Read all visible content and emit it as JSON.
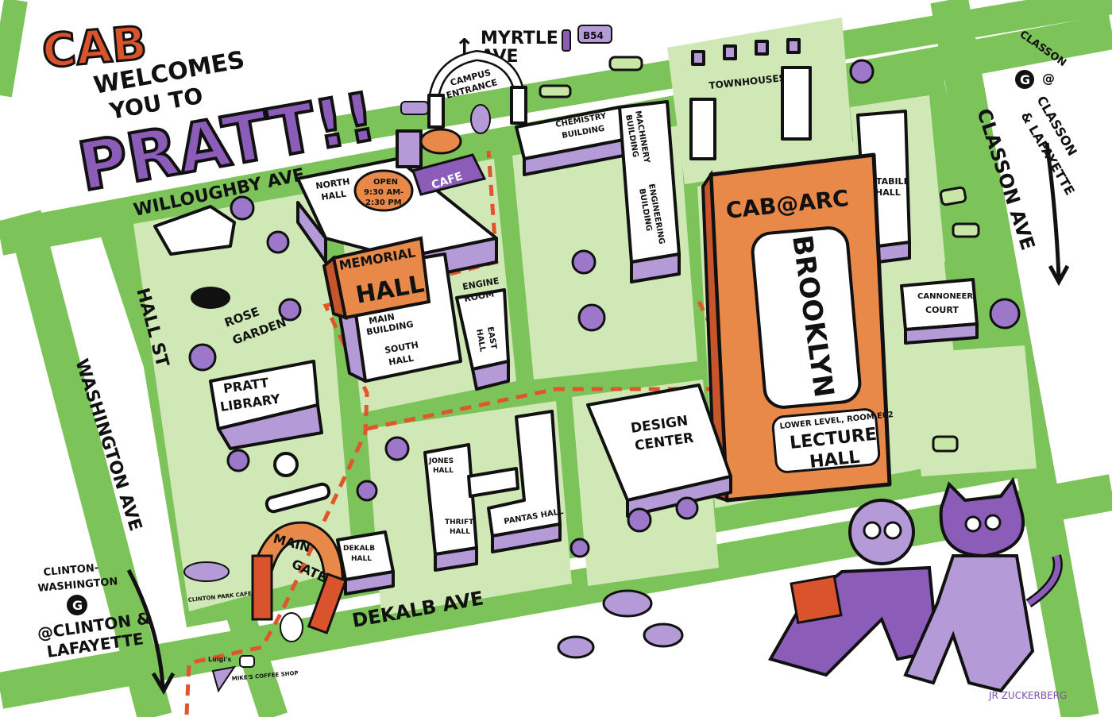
{
  "title": {
    "line1": "CAB",
    "line2": "WELCOMES",
    "line3": "YOU TO",
    "line4": "PRATT!!"
  },
  "streets": {
    "willoughby": "WILLOUGHBY AVE",
    "hall": "HALL ST",
    "washington": "WASHINGTON AVE",
    "dekalb": "DEKALB AVE",
    "classon": "CLASSON AVE",
    "myrtle_line1": "MYRTLE",
    "myrtle_line2": "AVE",
    "myrtle_arrow": "↑"
  },
  "subway": {
    "classon": {
      "line1": "CLASSON",
      "badge": "G",
      "line2": "@",
      "line3": "CLASSON",
      "line4": "& LAFAYETTE"
    },
    "clinton": {
      "line1": "CLINTON-",
      "line2": "WASHINGTON",
      "badge": "G",
      "line3": "@CLINTON &",
      "line4": "LAFAYETTE"
    }
  },
  "landmarks": {
    "campus_entrance_1": "CAMPUS",
    "campus_entrance_2": "ENTRANCE",
    "bus": "B54",
    "main_gate_1": "MAIN",
    "main_gate_2": "GATE",
    "rose_garden_1": "ROSE",
    "rose_garden_2": "GARDEN",
    "clinton_park_cafe": "CLINTON PARK CAFE",
    "luigis": "Luigi's",
    "mikes_coffee": "MIKE'S COFFEE SHOP",
    "townhouses": "TOWNHOUSES",
    "cannoneer_1": "CANNONEER",
    "cannoneer_2": "COURT"
  },
  "buildings": {
    "north_hall_1": "NORTH",
    "north_hall_2": "HALL",
    "cafe": "CAFE",
    "cafe_hours_1": "OPEN",
    "cafe_hours_2": "9:30 AM-",
    "cafe_hours_3": "2:30 PM",
    "memorial_1": "MEMORIAL",
    "memorial_2": "HALL",
    "main_building_1": "MAIN",
    "main_building_2": "BUILDING",
    "south_hall_1": "SOUTH",
    "south_hall_2": "HALL",
    "engine_room_1": "ENGINE",
    "engine_room_2": "ROOM",
    "east_hall_1": "EAST",
    "east_hall_2": "HALL",
    "chemistry_1": "CHEMISTRY",
    "chemistry_2": "BUILDING",
    "machinery_1": "MACHINERY",
    "machinery_2": "BUILDING",
    "engineering_1": "ENGINEERING",
    "engineering_2": "BUILDING",
    "stabile_1": "STABILE",
    "stabile_2": "HALL",
    "library_1": "PRATT",
    "library_2": "LIBRARY",
    "design_center_1": "DESIGN",
    "design_center_2": "CENTER",
    "jones_1": "JONES",
    "jones_2": "HALL",
    "thrift_1": "THRIFT",
    "thrift_2": "HALL",
    "pantas": "PANTAS HALL",
    "dekalb_hall_1": "DEKALB",
    "dekalb_hall_2": "HALL"
  },
  "arc": {
    "header": "CAB@ARC",
    "brooklyn": "BROOKLYN",
    "room": "LOWER LEVEL, ROOM E02",
    "lecture_1": "LECTURE",
    "lecture_2": "HALL"
  },
  "signature": "JR ZUCKERBERG",
  "colors": {
    "street": "#7cc35a",
    "block": "#cfe8b6",
    "purple": "#8b5cb8",
    "lavender": "#b49ad6",
    "orange": "#e8894a",
    "red_orange": "#d9532c",
    "path": "#e0552b"
  }
}
